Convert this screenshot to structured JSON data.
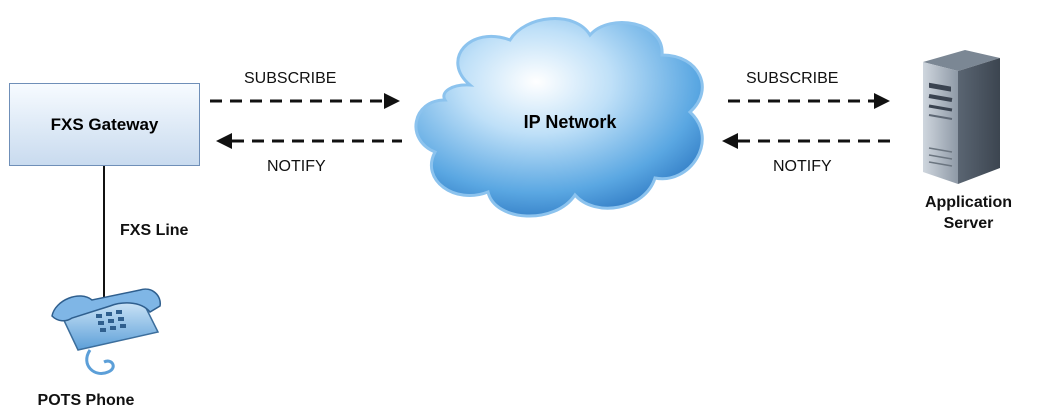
{
  "gateway": {
    "label": "FXS Gateway"
  },
  "line": {
    "label": "FXS Line"
  },
  "phone": {
    "label": "POTS Phone"
  },
  "network": {
    "label": "IP Network"
  },
  "server": {
    "label_line1": "Application",
    "label_line2": "Server"
  },
  "messages": {
    "left_subscribe": "SUBSCRIBE",
    "left_notify": "NOTIFY",
    "right_subscribe": "SUBSCRIBE",
    "right_notify": "NOTIFY"
  },
  "colors": {
    "cloud_light": "#d6ecfb",
    "cloud_dark": "#2f7fc9",
    "box_border": "#6f8fb8",
    "arrow": "#000000"
  }
}
